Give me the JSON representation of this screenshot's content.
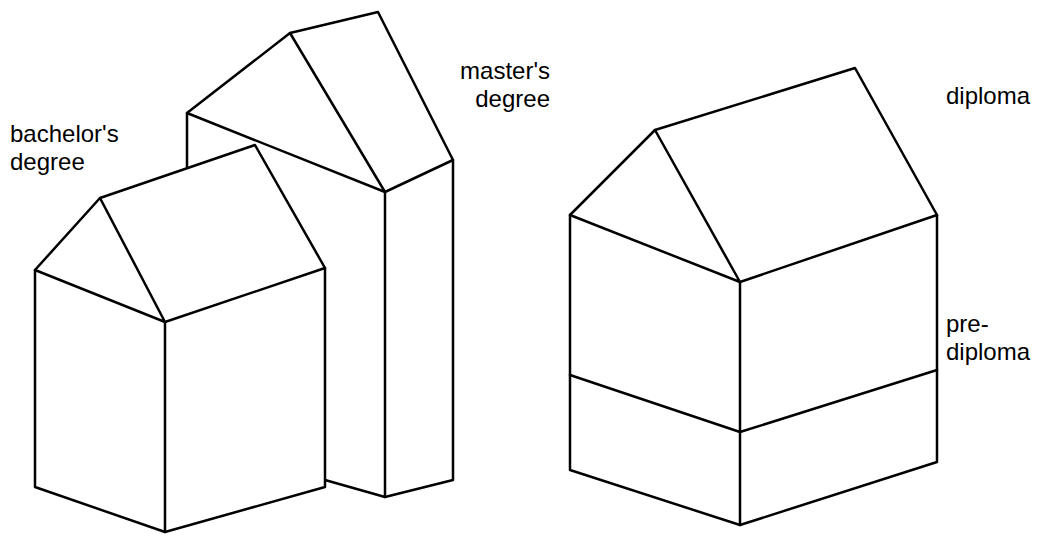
{
  "diagram": {
    "labels": [
      "bachelor's degree",
      "master's degree",
      "diploma",
      "pre-diploma"
    ]
  }
}
